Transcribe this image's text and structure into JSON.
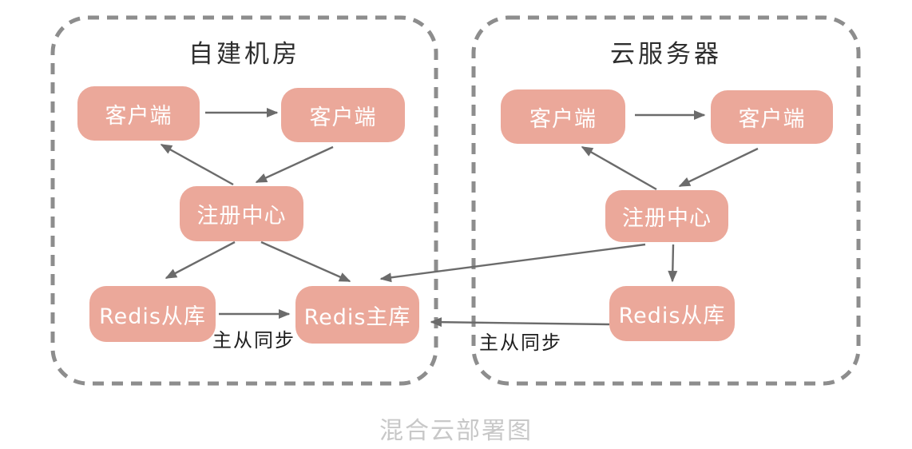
{
  "caption": "混合云部署图",
  "zones": {
    "self_hosted": {
      "title": "自建机房",
      "nodes": {
        "client_a": "客户端",
        "client_b": "客户端",
        "registry": "注册中心",
        "redis_slave": "Redis从库",
        "redis_master": "Redis主库"
      }
    },
    "cloud": {
      "title": "云服务器",
      "nodes": {
        "client_a": "客户端",
        "client_b": "客户端",
        "registry": "注册中心",
        "redis_slave": "Redis从库"
      }
    }
  },
  "edges": [
    {
      "from": "self_hosted.client_a",
      "to": "self_hosted.client_b",
      "label": ""
    },
    {
      "from": "self_hosted.registry",
      "to": "self_hosted.client_a",
      "label": ""
    },
    {
      "from": "self_hosted.client_b",
      "to": "self_hosted.registry",
      "label": ""
    },
    {
      "from": "self_hosted.registry",
      "to": "self_hosted.redis_slave",
      "label": ""
    },
    {
      "from": "self_hosted.registry",
      "to": "self_hosted.redis_master",
      "label": ""
    },
    {
      "from": "self_hosted.redis_slave",
      "to": "self_hosted.redis_master",
      "label": "主从同步"
    },
    {
      "from": "cloud.client_a",
      "to": "cloud.client_b",
      "label": ""
    },
    {
      "from": "cloud.registry",
      "to": "cloud.client_a",
      "label": ""
    },
    {
      "from": "cloud.client_b",
      "to": "cloud.registry",
      "label": ""
    },
    {
      "from": "cloud.registry",
      "to": "cloud.redis_slave",
      "label": ""
    },
    {
      "from": "cloud.registry",
      "to": "self_hosted.redis_master",
      "label": ""
    },
    {
      "from": "cloud.redis_slave",
      "to": "self_hosted.redis_master",
      "label": "主从同步"
    }
  ],
  "colors": {
    "background": "#ffffff",
    "node_fill": "#eba89a",
    "node_text": "#ffffff",
    "zone_border": "#8d8d8d",
    "edge": "#6b6b6b",
    "zone_title": "#2e2e2e",
    "edge_label": "#1f1f1f",
    "caption_text": "#c8c8c8"
  }
}
